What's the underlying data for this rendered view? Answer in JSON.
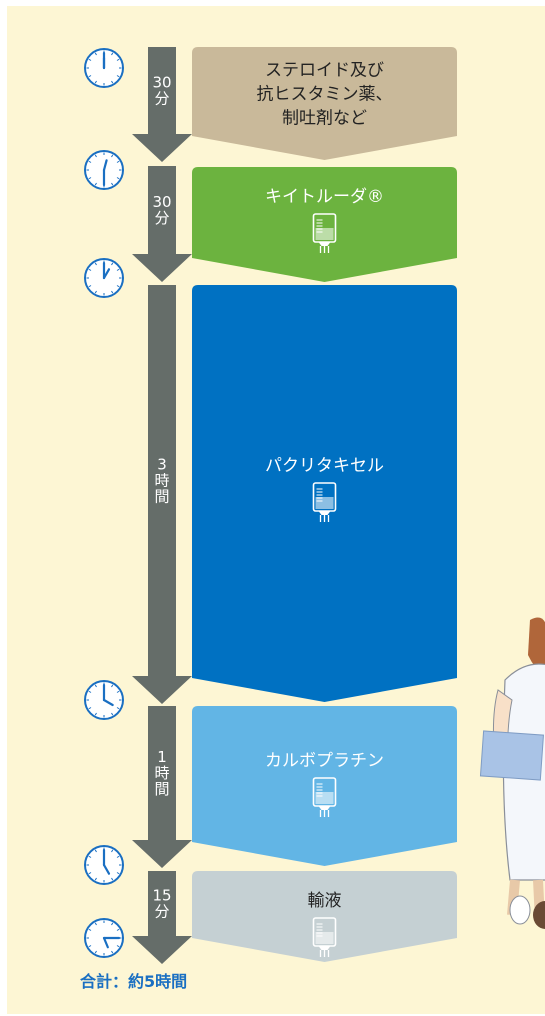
{
  "colors": {
    "background": "#fdf6d4",
    "timeline_arrow": "#656d69",
    "clock": "#1a6fc2",
    "total_text": "#1a6fc2"
  },
  "steps": [
    {
      "duration": [
        "30",
        "分"
      ],
      "label": [
        "ステロイド及び",
        "抗ヒスタミン薬、",
        "制吐剤など"
      ],
      "color": "#c9b99a",
      "text_color": "#222222",
      "icon": "none",
      "clock_minute": 0,
      "clock_hour": 12
    },
    {
      "duration": [
        "30",
        "分"
      ],
      "label": [
        "キイトルーダ®"
      ],
      "color": "#6cb33f",
      "text_color": "#ffffff",
      "icon": "iv-bag-icon",
      "clock_minute": 30,
      "clock_hour": 12.5
    },
    {
      "duration": [
        "3",
        "時",
        "間"
      ],
      "label": [
        "パクリタキセル"
      ],
      "color": "#0071c2",
      "text_color": "#ffffff",
      "icon": "iv-bag-icon",
      "clock_minute": 0,
      "clock_hour": 1
    },
    {
      "duration": [
        "1",
        "時",
        "間"
      ],
      "label": [
        "カルボプラチン"
      ],
      "color": "#62b5e5",
      "text_color": "#ffffff",
      "icon": "iv-bag-icon",
      "clock_minute": 0,
      "clock_hour": 4
    },
    {
      "duration": [
        "15",
        "分"
      ],
      "label": [
        "輸液"
      ],
      "color": "#c5d0d3",
      "text_color": "#222222",
      "icon": "iv-bag-icon",
      "clock_minute": 0,
      "clock_hour": 5
    }
  ],
  "final_clock": {
    "clock_minute": 15,
    "clock_hour": 5.25
  },
  "total": "合計：約5時間",
  "illustration": "nurse-holding-clipboard"
}
